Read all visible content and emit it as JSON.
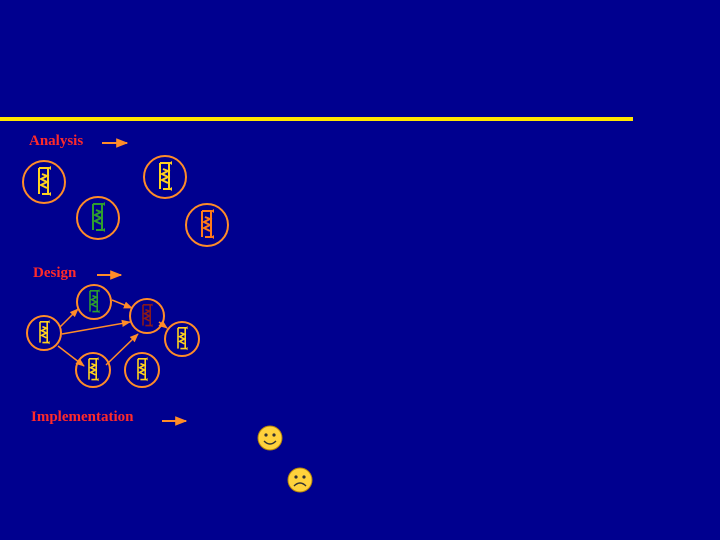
{
  "stages": {
    "analysis": "Analysis",
    "design": "Design",
    "implementation": "Implementation"
  },
  "colors": {
    "background": "#00008f",
    "rule": "#ffe600",
    "label": "#ff2a2a",
    "arrow": "#ff8c28",
    "node_ring": "#ff8c28",
    "icon_yellow": "#ffd21e",
    "icon_green": "#2e9e2e",
    "icon_orange": "#ff7a1a",
    "icon_darkred": "#8b1a1a",
    "face": "#ffd23c"
  },
  "icons": {
    "component": "component-icon",
    "happy": "smiley-icon",
    "sad": "frown-icon"
  }
}
